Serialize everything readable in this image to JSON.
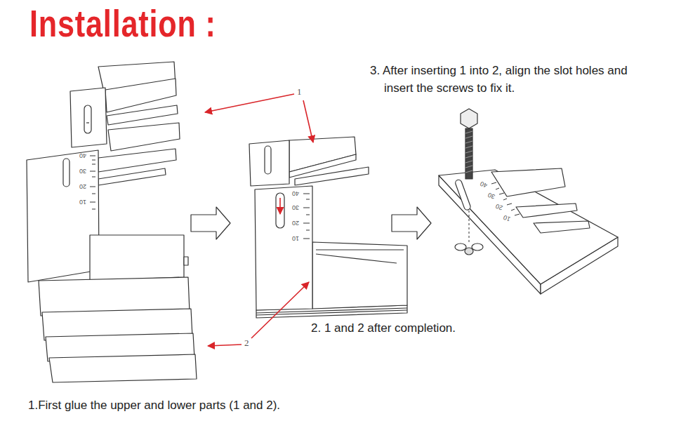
{
  "diagram": {
    "title": "Installation :",
    "labels": [
      "3. After inserting 1 into 2, align the slot holes and insert the screws to fix it.",
      "1",
      "40",
      "30",
      "20",
      "10",
      "40",
      "30",
      "20",
      "10",
      "40",
      "30",
      "20",
      "10",
      "2",
      "2. 1 and 2 after completion.",
      "1.First glue the upper and lower parts (1 and 2)."
    ]
  }
}
